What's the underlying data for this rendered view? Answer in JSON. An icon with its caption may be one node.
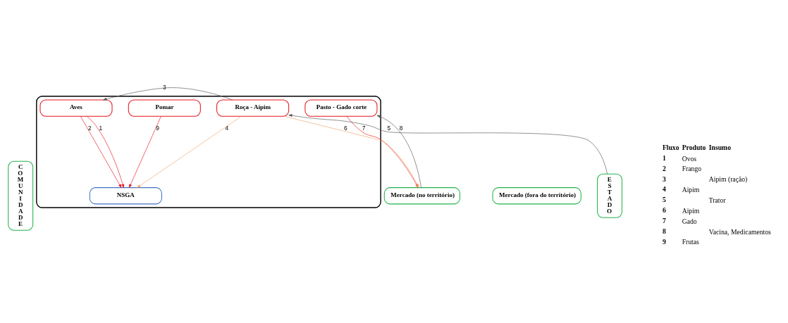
{
  "diagram": {
    "nodes": [
      {
        "text": [
          "COMUNIDADE"
        ]
      },
      {
        "text": [],
        "shape": "box"
      },
      {
        "text": [
          "Pomar"
        ],
        "in": 1
      },
      {
        "text": [
          "Aves"
        ],
        "in": 1
      },
      {
        "text": [
          "NSGA"
        ],
        "in": 1
      },
      {
        "text": [
          "ESTADO"
        ]
      },
      {
        "text": [
          "Pasto - Gado corte"
        ],
        "in": 1
      },
      {
        "text": [
          "Roça - Aipim"
        ],
        "in": 1
      },
      {
        "text": [
          "Mercado (no território)"
        ]
      },
      {
        "text": [
          "Mercado (fora do território)"
        ]
      }
    ],
    "edges": [
      {
        "from": 2,
        "to": 4,
        "arrow": "to",
        "label": "9"
      },
      {
        "from": 3,
        "to": 4,
        "arrow": "to",
        "label": "2"
      },
      {
        "from": 3,
        "to": 4,
        "arrow": "to",
        "label": "1"
      },
      {
        "from": 7,
        "to": 3,
        "arrow": "to",
        "label": "3",
        "color": "#555555"
      },
      {
        "from": 7,
        "to": 4,
        "arrow": "to",
        "label": "4",
        "color": "#f4a261"
      },
      {
        "from": 5,
        "to": 7,
        "arrow": "to",
        "label": "5",
        "color": "#555555"
      },
      {
        "from": 7,
        "to": 8,
        "arrow": "to",
        "label": "6",
        "color": "#f4a261"
      },
      {
        "from": 6,
        "to": 8,
        "arrow": "to",
        "label": "7"
      },
      {
        "from": 8,
        "to": 6,
        "arrow": "to",
        "label": "8",
        "color": "#555555"
      }
    ],
    "labels": [
      "Fluxo",
      "Produto",
      "Insumo",
      "1",
      "Ovos",
      "2",
      "Frango",
      "3",
      "Aipim (ração)",
      "4",
      "Aipim",
      "5",
      "Trator",
      "6",
      "Aipim",
      "7",
      "Gado",
      "8",
      "Vacina, Medicamentos",
      "9",
      "Frutas"
    ]
  }
}
